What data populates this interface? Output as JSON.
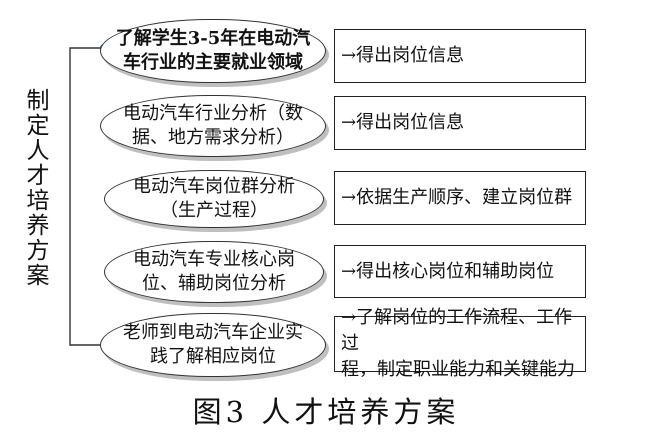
{
  "left_label": "制定人才培养方案",
  "rows": [
    {
      "oval": "了解学生3-5年在电动汽\n车行业的主要就业领域",
      "result": "→得出岗位信息"
    },
    {
      "oval": "电动汽车行业分析（数\n据、地方需求分析）",
      "result": "→得出岗位信息"
    },
    {
      "oval": "电动汽车岗位群分析\n（生产过程）",
      "result": "→依据生产顺序、建立岗位群"
    },
    {
      "oval": "电动汽车专业核心岗\n位、辅助岗位分析",
      "result": "→得出核心岗位和辅助岗位"
    },
    {
      "oval": "老师到电动汽车企业实\n践了解相应岗位",
      "result": "→了解岗位的工作流程、工作过\n程，制定职业能力和关键能力"
    }
  ],
  "caption": "图3   人才培养方案",
  "colors": {
    "connector": "#333333",
    "dot": "#2a4f96"
  }
}
